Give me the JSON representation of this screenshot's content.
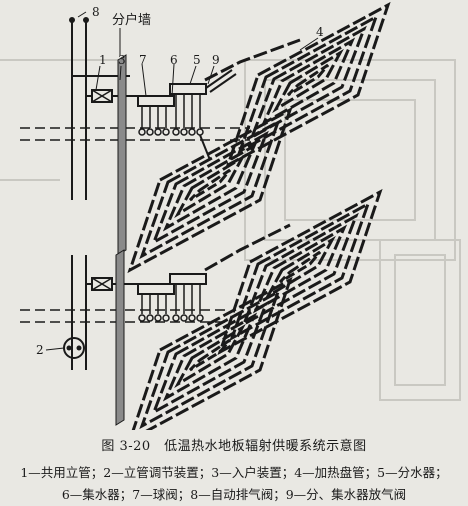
{
  "figure": {
    "caption": "图 3-20　低温热水地板辐射供暖系统示意图",
    "legend_line1": "1—共用立管；2—立管调节装置；3—入户装置；4—加热盘管；5—分水器；",
    "legend_line2": "6—集水器；7—球阀；8—自动排气阀；9—分、集水器放气阀"
  },
  "labels": {
    "wall": "分户墙",
    "n1": "1",
    "n2": "2",
    "n3": "3",
    "n4": "4",
    "n5": "5",
    "n6": "6",
    "n7": "7",
    "n8": "8",
    "n9": "9"
  },
  "colors": {
    "paper": "#e9e8e3",
    "ink": "#1a1a1a",
    "faint": "#c9c8c2"
  }
}
